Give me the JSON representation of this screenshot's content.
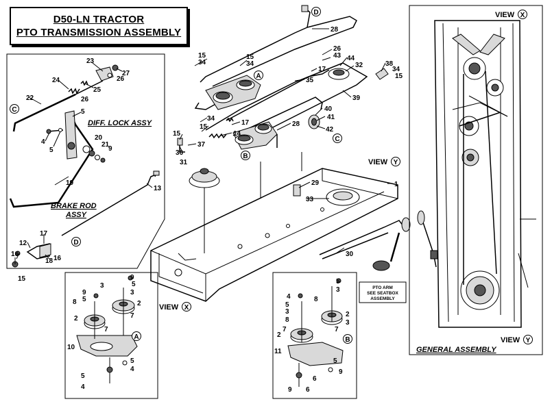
{
  "title": {
    "line1": "D50-LN TRACTOR",
    "line2": "PTO TRANSMISSION ASSEMBLY"
  },
  "captions": {
    "diff_lock": "DIFF. LOCK ASSY",
    "brake_rod_1": "BRAKE ROD",
    "brake_rod_2": "ASSY",
    "general": "GENERAL ASSEMBLY",
    "pto_1": "PTO ARM",
    "pto_2": "SEE SEATBOX",
    "pto_3": "ASSEMBLY"
  },
  "views": {
    "view_word": "VIEW",
    "x": "X",
    "y": "Y"
  },
  "callouts": {
    "a": "A",
    "b": "B",
    "c": "C",
    "d": "D"
  },
  "part_labels": [
    "28",
    "15",
    "34",
    "15",
    "34",
    "A",
    "26",
    "43",
    "44",
    "32",
    "17",
    "35",
    "39",
    "38",
    "34",
    "15",
    "40",
    "41",
    "42",
    "28",
    "17",
    "34",
    "15",
    "14",
    "15",
    "37",
    "36",
    "C",
    "B",
    "31",
    "29",
    "33",
    "1",
    "30",
    "23",
    "27",
    "24",
    "25",
    "26",
    "26",
    "22",
    "C",
    "5",
    "4",
    "5",
    "20",
    "21",
    "9",
    "19",
    "13",
    "17",
    "12",
    "16",
    "18",
    "16",
    "15",
    "D",
    "9",
    "5",
    "3",
    "9",
    "5",
    "3",
    "8",
    "2",
    "2",
    "7",
    "7",
    "10",
    "A",
    "5",
    "4",
    "5",
    "4",
    "4",
    "5",
    "3",
    "8",
    "5",
    "3",
    "8",
    "2",
    "3",
    "7",
    "7",
    "2",
    "11",
    "B",
    "5",
    "9",
    "6",
    "9",
    "6"
  ],
  "icons": {
    "circle_callout": "circle-letter-icon",
    "leader_line": "leader-line"
  }
}
